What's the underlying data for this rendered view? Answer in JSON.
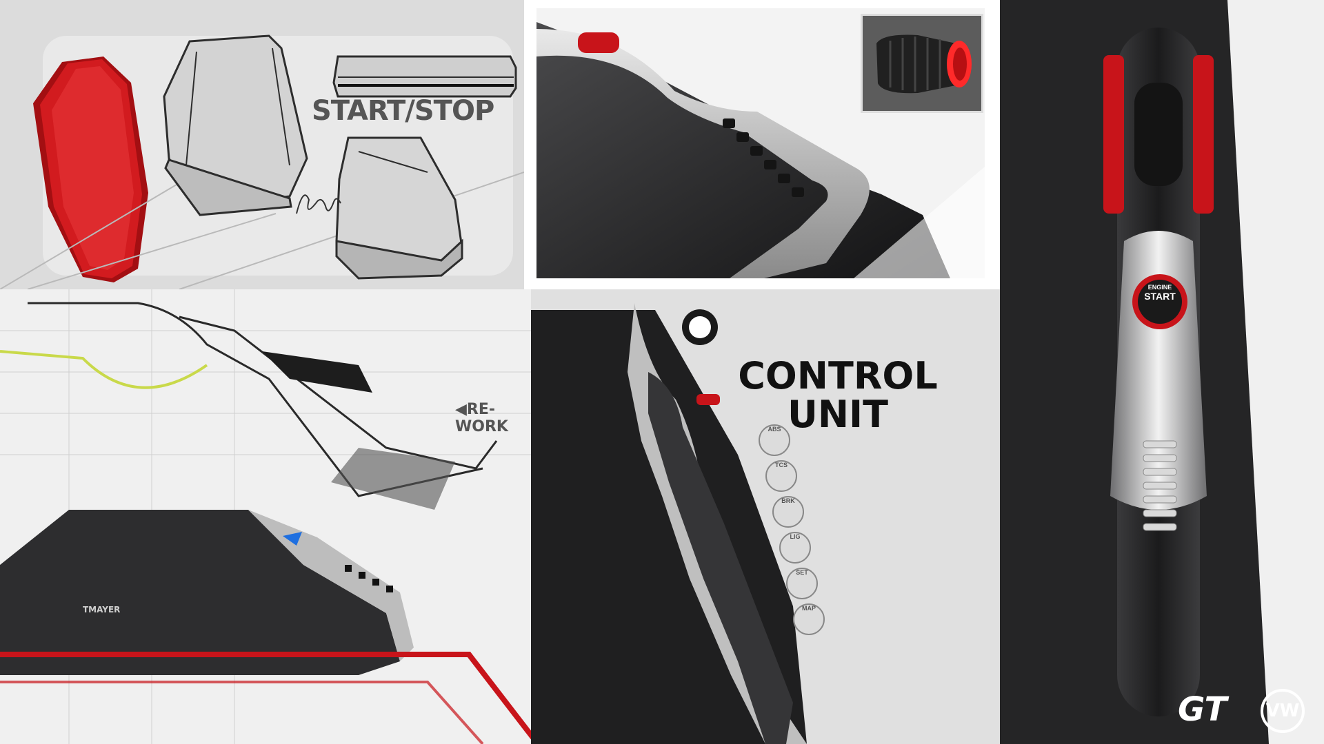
{
  "sheet": {
    "start_stop_title": "START/STOP",
    "control_unit_line1": "CONTROL",
    "control_unit_line2": "UNIT",
    "rework_note": "◀RE-WORK",
    "sidebar_mark": "TMAYER",
    "engine_button": {
      "line1": "ENGINE",
      "line2": "START"
    },
    "control_buttons": [
      "ABS",
      "TCS",
      "BRK",
      "LIG",
      "SET",
      "MAP"
    ],
    "brand_logos": [
      "gt-logo",
      "vw-logo"
    ]
  },
  "colors": {
    "accent_red": "#c8141a",
    "carbon": "#2a2a2c",
    "panel_grey": "#d8d8d8",
    "accent_blue": "#1e6fe0",
    "accent_lime": "#c9d94a"
  }
}
